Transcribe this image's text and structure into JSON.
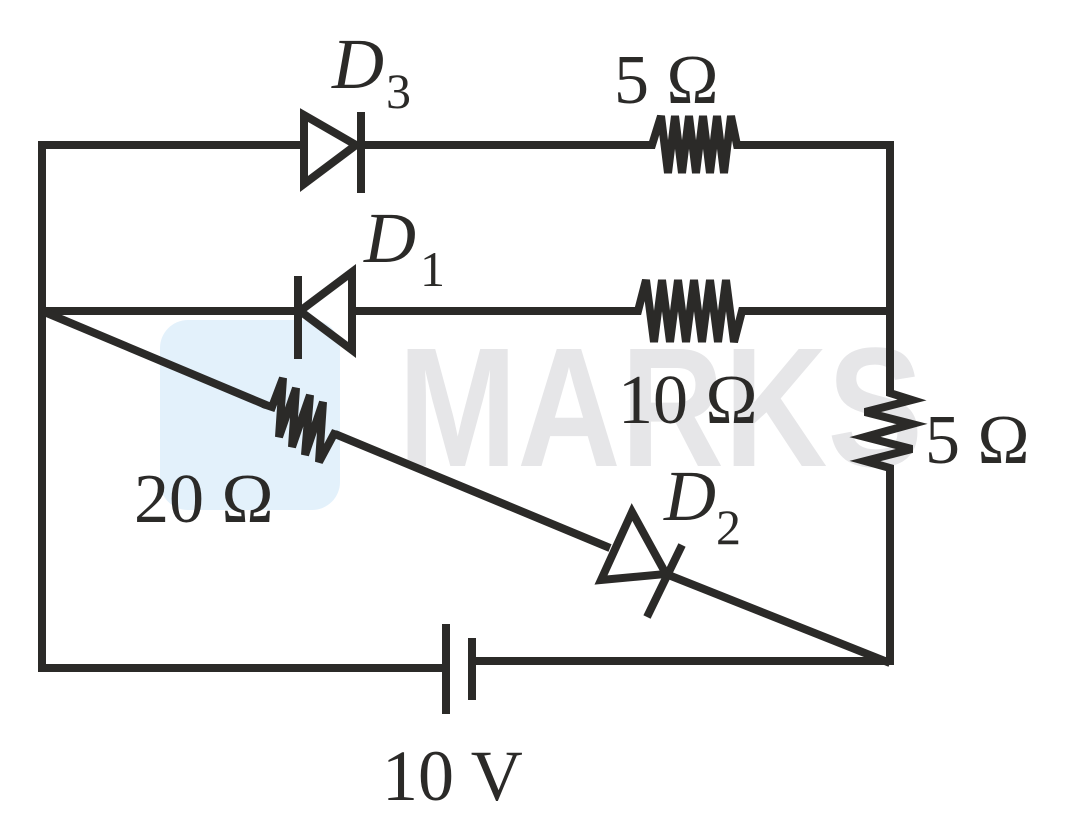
{
  "diagram": {
    "type": "circuit",
    "watermark": {
      "text": "MARKS",
      "logo_color": "#e3f1fb",
      "text_color": "#e6e6e8"
    },
    "colors": {
      "wire": "#2b2a28",
      "background": "#ffffff"
    },
    "components": {
      "d3": {
        "name": "D",
        "sub": "3",
        "kind": "diode",
        "direction": "left-to-right"
      },
      "d1": {
        "name": "D",
        "sub": "1",
        "kind": "diode",
        "direction": "right-to-left"
      },
      "d2": {
        "name": "D",
        "sub": "2",
        "kind": "diode",
        "direction": "toward-bottom-right"
      },
      "r_top": {
        "kind": "resistor",
        "label": "5 Ω"
      },
      "r_mid": {
        "kind": "resistor",
        "label": "10 Ω"
      },
      "r_right": {
        "kind": "resistor",
        "label": "5 Ω"
      },
      "r_diag": {
        "kind": "resistor",
        "label": "20 Ω"
      },
      "battery": {
        "kind": "battery",
        "label": "10 V"
      }
    }
  }
}
